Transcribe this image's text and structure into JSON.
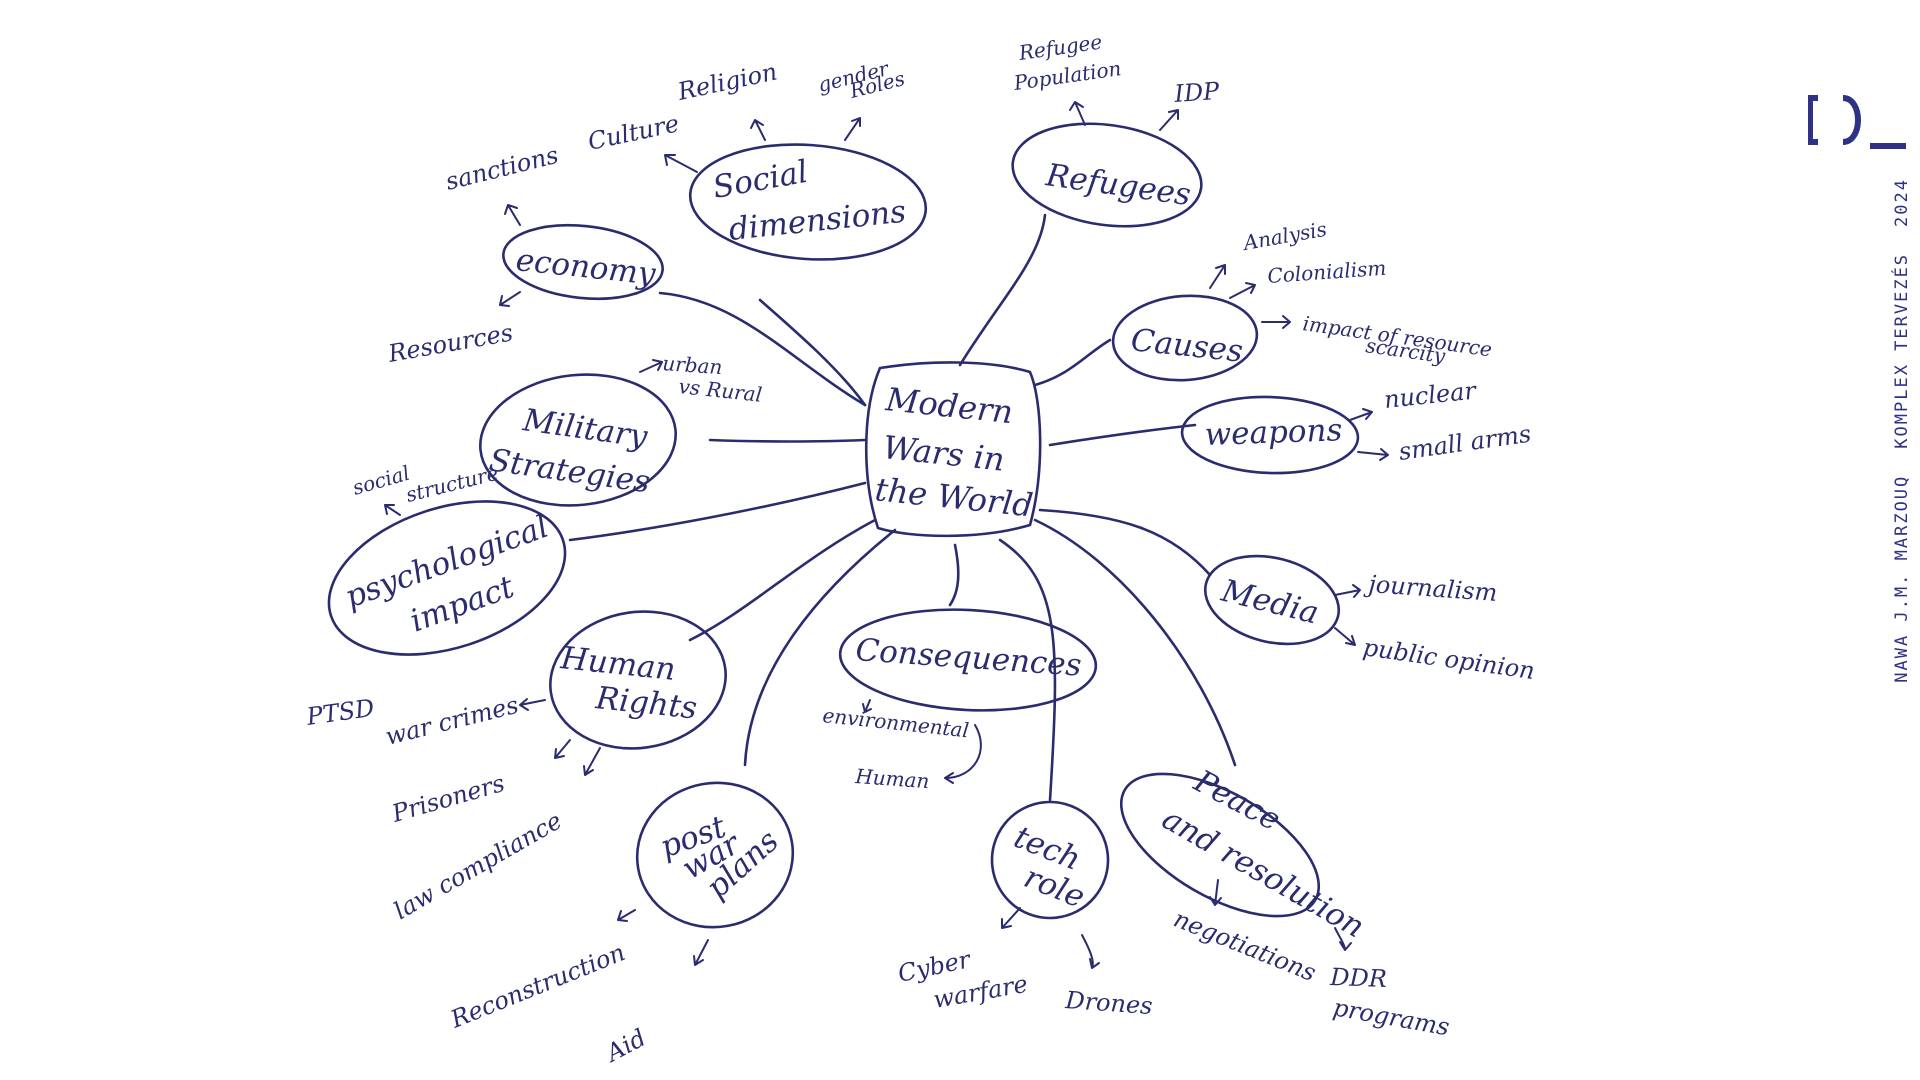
{
  "center": "Modern Wars in the World",
  "center_lines": [
    "Modern",
    "Wars in",
    "the World"
  ],
  "nodes": {
    "social": [
      "Social",
      "dimensions"
    ],
    "refugees": "Refugees",
    "economy": "economy",
    "causes": "Causes",
    "military": [
      "Military",
      "Strategies"
    ],
    "weapons": "weapons",
    "psych": [
      "psychological",
      "impact"
    ],
    "media": "Media",
    "human_rights": [
      "Human",
      "Rights"
    ],
    "consequences": "Consequences",
    "post_war": [
      "post",
      "war",
      "plans"
    ],
    "tech": [
      "tech",
      "role"
    ],
    "peace": [
      "Peace",
      "and resolution"
    ]
  },
  "leaves": {
    "social": [
      "Culture",
      "Religion",
      "gender",
      "Roles"
    ],
    "refugees": [
      "Refugee",
      "Population",
      "IDP"
    ],
    "economy": [
      "sanctions",
      "Resources"
    ],
    "causes": [
      "Analysis",
      "Colonialism",
      "impact of resource",
      "scarcity"
    ],
    "military": [
      "urban",
      "vs Rural"
    ],
    "weapons": [
      "nuclear",
      "small arms"
    ],
    "psych": [
      "social",
      "structure",
      "PTSD"
    ],
    "media": [
      "journalism",
      "public opinion"
    ],
    "human_rights": [
      "war crimes",
      "Prisoners",
      "law compliance"
    ],
    "consequences": [
      "environmental",
      "Human"
    ],
    "post_war": [
      "Reconstruction",
      "Aid"
    ],
    "tech": [
      "Cyber",
      "warfare",
      "Drones"
    ],
    "peace": [
      "negotiations",
      "DDR",
      "programs"
    ]
  },
  "brand": {
    "author": "NAWA J.M. MARZOUQ",
    "course": "KOMPLEX TERVEZÉS",
    "year": "2024",
    "accent": "#2e3184"
  },
  "ink_color": "#2a2c6e"
}
